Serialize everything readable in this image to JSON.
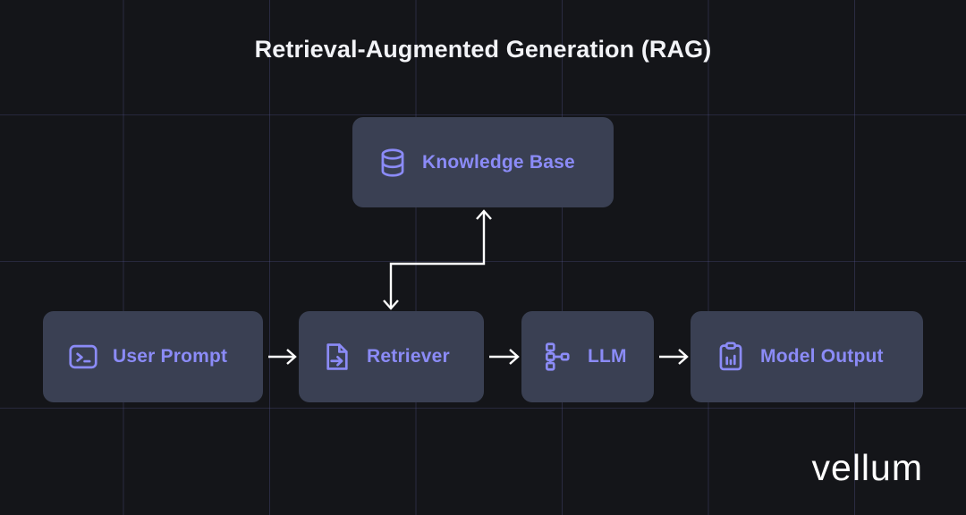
{
  "diagram": {
    "title": "Retrieval-Augmented Generation (RAG)",
    "background_color": "#141519",
    "node_fill_color": "#3a4053",
    "node_label_color": "#8b8bf7",
    "accent_color": "#8b8bf7",
    "connector_color": "#ffffff",
    "grid_line_color": "#5c5ca0",
    "nodes": [
      {
        "id": "knowledge-base",
        "label": "Knowledge Base",
        "icon": "database-icon"
      },
      {
        "id": "user-prompt",
        "label": "User Prompt",
        "icon": "terminal-icon"
      },
      {
        "id": "retriever",
        "label": "Retriever",
        "icon": "document-arrow-icon"
      },
      {
        "id": "llm",
        "label": "LLM",
        "icon": "workflow-nodes-icon"
      },
      {
        "id": "model-output",
        "label": "Model Output",
        "icon": "clipboard-chart-icon"
      }
    ],
    "connectors": [
      {
        "id": "user-prompt-to-retriever",
        "from": "user-prompt",
        "to": "retriever",
        "direction": "right"
      },
      {
        "id": "retriever-to-llm",
        "from": "retriever",
        "to": "llm",
        "direction": "right"
      },
      {
        "id": "llm-to-model-output",
        "from": "llm",
        "to": "model-output",
        "direction": "right"
      },
      {
        "id": "retriever-to-knowledge-base",
        "from": "retriever",
        "to": "knowledge-base",
        "direction": "up"
      },
      {
        "id": "knowledge-base-to-retriever",
        "from": "knowledge-base",
        "to": "retriever",
        "direction": "down"
      }
    ]
  },
  "branding": {
    "logo_text": "vellum"
  }
}
